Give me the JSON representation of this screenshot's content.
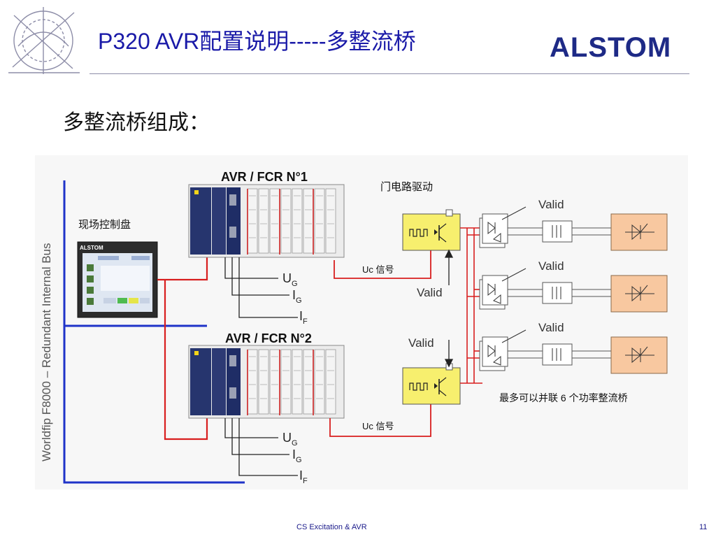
{
  "slide": {
    "title": "P320 AVR配置说明-----多整流桥",
    "logo_text": "ALSTOM",
    "subtitle": "多整流桥组成：",
    "footer": "CS Excitation & AVR",
    "page_number": "11"
  },
  "diagram": {
    "bus_label": "Worldfip F8000 – Redundant Internal Bus",
    "avr1_label": "AVR / FCR N°1",
    "avr2_label": "AVR / FCR N°2",
    "panel_label": "现场控制盘",
    "panel_logo": "ALSTOM",
    "gate_drive_label": "门电路驱动",
    "uc_signal_label": "Uc 信号",
    "valid_label": "Valid",
    "signal_ug": "U",
    "signal_ig": "I",
    "signal_if": "I",
    "sub_g": "G",
    "sub_f": "F",
    "max_bridges_label": "最多可以并联 6 个功率整流桥"
  },
  "colors": {
    "title": "#1a1aa8",
    "logo": "#1e2a86",
    "bus_line": "#1f33c8",
    "signal_line": "#d81e1e",
    "gate_box": "#f7ef6e",
    "bridge_box": "#f8c8a0"
  }
}
